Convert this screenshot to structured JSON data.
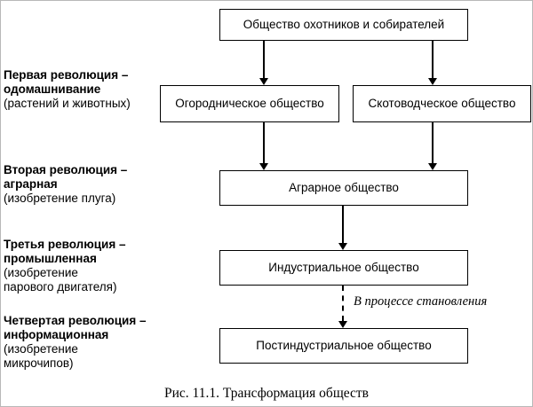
{
  "nodes": {
    "hunters": "Общество охотников и собирателей",
    "horticultural": "Огородническое общество",
    "pastoral": "Скотоводческое общество",
    "agrarian": "Аграрное общество",
    "industrial": "Индустриальное общество",
    "postindustrial": "Постиндустриальное общество"
  },
  "annotation": {
    "in_progress": "В процессе становления"
  },
  "revolutions": [
    {
      "bold_line1": "Первая революция –",
      "bold_line2": "одомашнивание",
      "normal_line1": "(растений и животных)",
      "normal_line2": ""
    },
    {
      "bold_line1": "Вторая революция –",
      "bold_line2": "аграрная",
      "normal_line1": "(изобретение плуга)",
      "normal_line2": ""
    },
    {
      "bold_line1": "Третья революция –",
      "bold_line2": "промышленная",
      "normal_line1": "(изобретение",
      "normal_line2": "парового двигателя)"
    },
    {
      "bold_line1": "Четвертая революция –",
      "bold_line2": "информационная",
      "normal_line1": "(изобретение",
      "normal_line2": "микрочипов)"
    }
  ],
  "caption": "Рис. 11.1. Трансформация обществ",
  "colors": {
    "line": "#000000",
    "background": "#ffffff"
  }
}
